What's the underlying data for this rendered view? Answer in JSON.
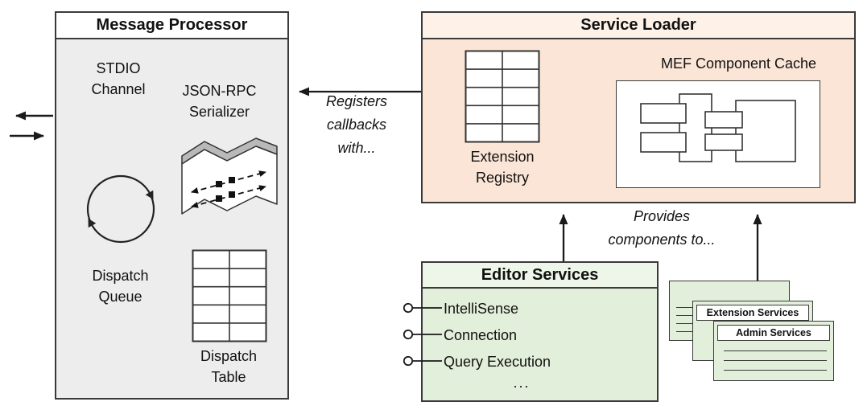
{
  "message_processor": {
    "title": "Message Processor",
    "stdio_channel": "STDIO\nChannel",
    "json_rpc_serializer": "JSON-RPC\nSerializer",
    "dispatch_queue": "Dispatch\nQueue",
    "dispatch_table": "Dispatch\nTable"
  },
  "service_loader": {
    "title": "Service Loader",
    "extension_registry": "Extension\nRegistry",
    "mef_component_cache": "MEF Component Cache"
  },
  "editor_services": {
    "title": "Editor Services",
    "items": [
      "IntelliSense",
      "Connection",
      "Query Execution"
    ],
    "ellipsis": "..."
  },
  "service_cards": {
    "extension_services": "Extension Services",
    "admin_services": "Admin Services"
  },
  "arrow_labels": {
    "registers_callbacks": "Registers\ncallbacks\nwith...",
    "provides_components": "Provides\ncomponents to..."
  },
  "icons": {
    "stdio": "bidirectional-arrows",
    "json_rpc_serializer": "ribbon-flow",
    "dispatch_queue": "circular-arrows",
    "dispatch_table": "table-grid",
    "extension_registry": "table-grid",
    "mef_component_cache": "component-cluster",
    "editor_service_items": "lollipop-connector"
  },
  "colors": {
    "border": "#3a3a3a",
    "message_processor_fill": "#ededed",
    "service_loader_fill": "#fbe5d6",
    "editor_services_fill": "#e2efda",
    "arrow": "#1a1a1a"
  }
}
